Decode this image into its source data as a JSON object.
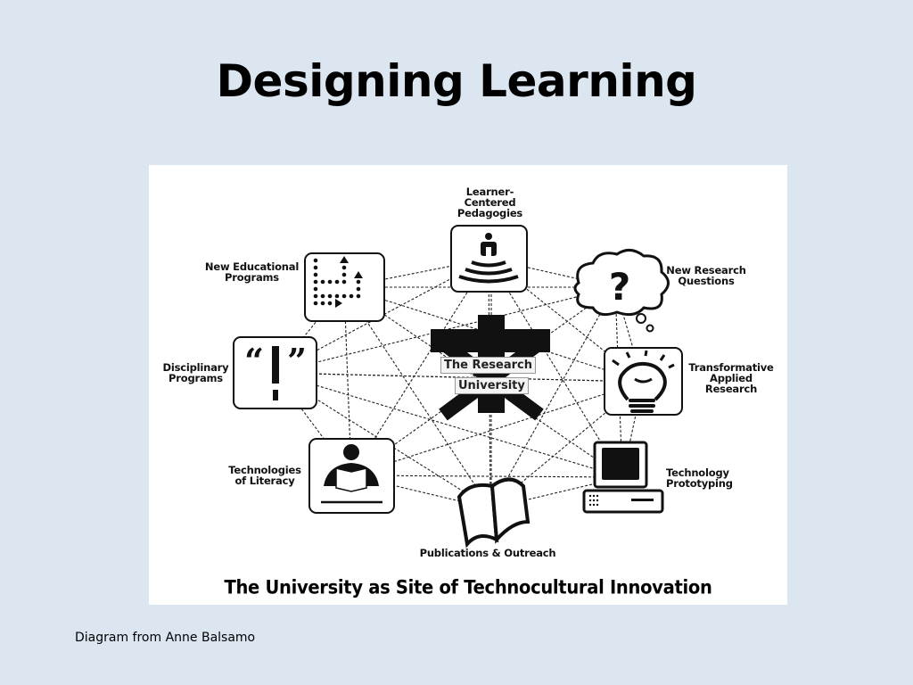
{
  "slide": {
    "title": "Designing Learning",
    "source_note": "Diagram from Anne Balsamo",
    "background_color": "#dce6f1"
  },
  "diagram": {
    "caption": "The University as Site of Technocultural Innovation",
    "center": {
      "label_line1": "The Research",
      "label_line2": "University",
      "icon": "crossed-out-cross-icon"
    },
    "nodes": [
      {
        "id": "learner-centered",
        "label_lines": [
          "Learner-",
          "Centered",
          "Pedagogies"
        ],
        "icon": "person-broadcast-icon"
      },
      {
        "id": "new-research-questions",
        "label_lines": [
          "New Research",
          "Questions"
        ],
        "icon": "thought-cloud-question-icon"
      },
      {
        "id": "transformative-applied",
        "label_lines": [
          "Transformative",
          "Applied",
          "Research"
        ],
        "icon": "lightbulb-icon"
      },
      {
        "id": "technology-prototyping",
        "label_lines": [
          "Technology",
          "Prototyping"
        ],
        "icon": "computer-icon"
      },
      {
        "id": "publications-outreach",
        "label_lines": [
          "Publications & Outreach"
        ],
        "icon": "open-book-icon"
      },
      {
        "id": "technologies-of-literacy",
        "label_lines": [
          "Technologies",
          "of Literacy"
        ],
        "icon": "person-reading-icon"
      },
      {
        "id": "disciplinary-programs",
        "label_lines": [
          "Disciplinary",
          "Programs"
        ],
        "icon": "quote-exclamation-icon"
      },
      {
        "id": "new-educational-programs",
        "label_lines": [
          "New Educational",
          "Programs"
        ],
        "icon": "dotted-path-icon"
      }
    ]
  }
}
